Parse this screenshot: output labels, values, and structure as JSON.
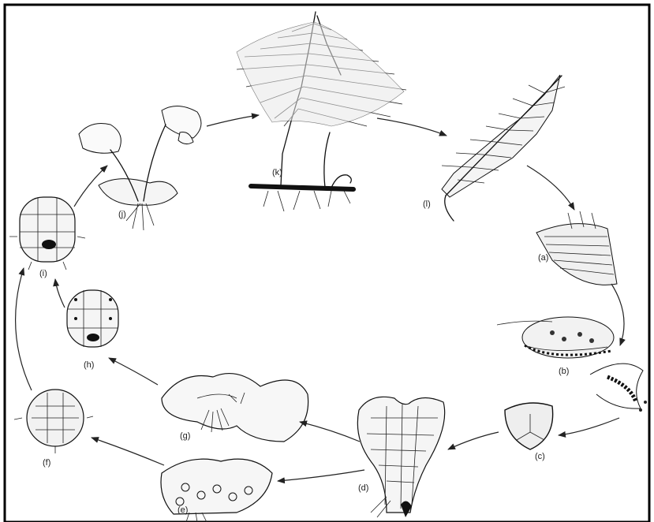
{
  "labels": {
    "a": "(a)",
    "b": "(b)",
    "c": "(c)",
    "d": "(d)",
    "e": "(e)",
    "f": "(f)",
    "g": "(g)",
    "h": "(h)",
    "i": "(i)",
    "j": "(j)",
    "k": "(k)",
    "l": "(l)"
  }
}
